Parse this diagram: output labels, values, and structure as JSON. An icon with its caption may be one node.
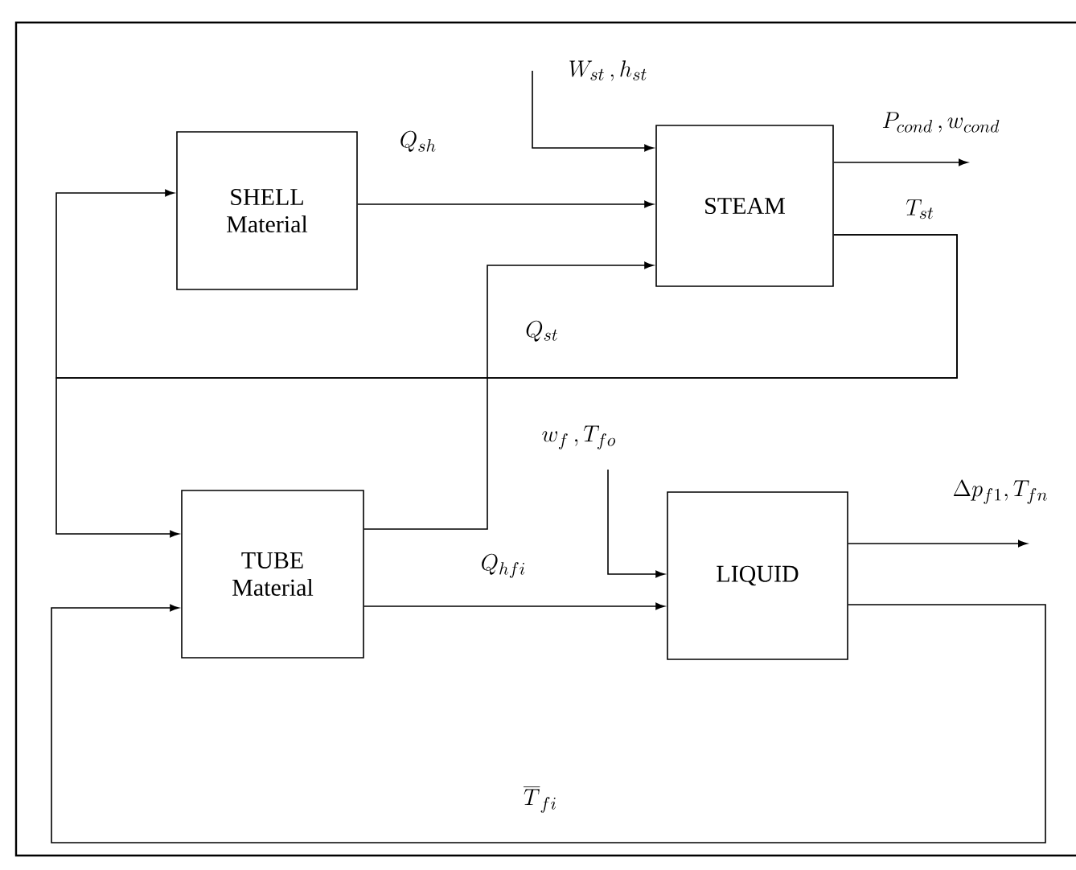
{
  "diagram": {
    "nodes": [
      {
        "text": [
          "SHELL Material"
        ]
      },
      {
        "text": [
          "STEAM"
        ]
      },
      {
        "text": [
          "TUBE Material"
        ]
      },
      {
        "text": [
          "LIQUID"
        ]
      }
    ],
    "edges": [
      {
        "from": 0,
        "to": 1,
        "arrow": "to",
        "label": "Q_{sh}"
      },
      {
        "from": null,
        "to": 1,
        "arrow": "to",
        "label": "W_{st}\\,,h_{st}"
      },
      {
        "from": 1,
        "to": null,
        "arrow": "to",
        "label": "P_{cond}\\,,w_{cond}"
      },
      {
        "from": 1,
        "to": 0,
        "arrow": "to",
        "label": "T_{st}"
      },
      {
        "from": 1,
        "to": 2,
        "arrow": "to"
      },
      {
        "from": 2,
        "to": 1,
        "arrow": "to",
        "label": "Q_{st}"
      },
      {
        "from": null,
        "to": 3,
        "arrow": "to",
        "label": "w_{f}\\,,T_{fo}"
      },
      {
        "from": 2,
        "to": 3,
        "arrow": "to",
        "label": "Q_{hfi}"
      },
      {
        "from": 3,
        "to": null,
        "arrow": "to",
        "label": "\\Delta p_{f1},T_{fn}"
      },
      {
        "from": 3,
        "to": 2,
        "arrow": "to",
        "label": "\\overline{T}_{fi}"
      }
    ]
  }
}
